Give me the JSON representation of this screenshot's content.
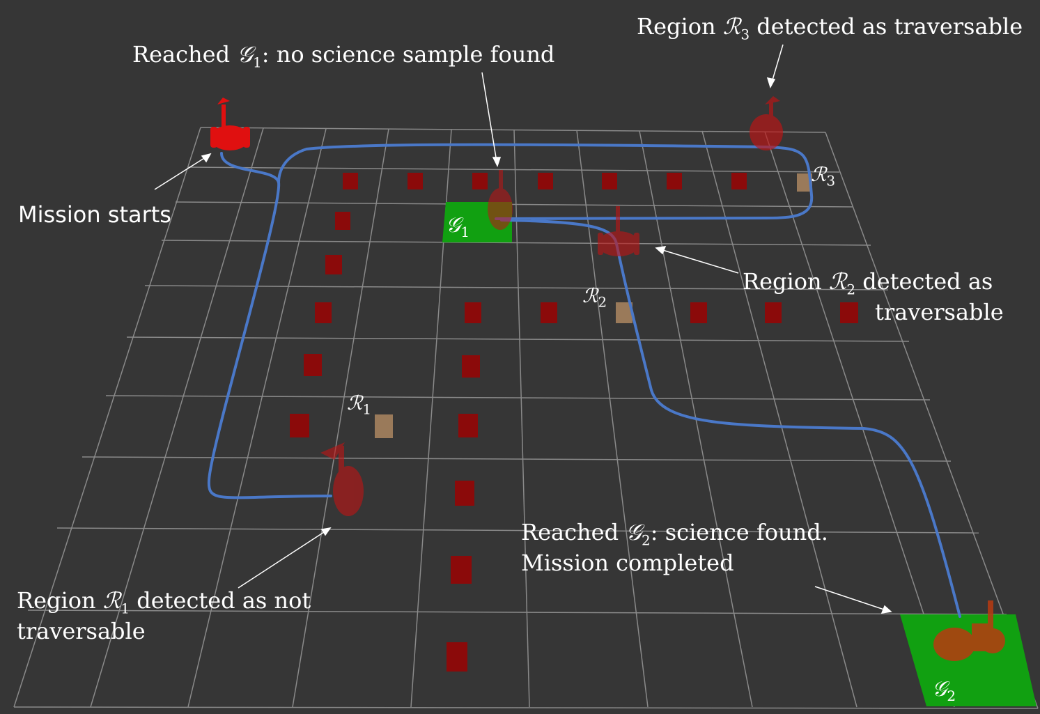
{
  "annotations": {
    "mission_starts": "Mission starts",
    "reached_g1_prefix": "Reached ",
    "reached_g1_symbol": "𝒢",
    "reached_g1_sub": "1",
    "reached_g1_suffix": ": no science sample found",
    "region_r3_prefix": "Region ",
    "region_r3_symbol": "ℛ",
    "region_r3_sub": "3",
    "region_r3_suffix": " detected as traversable",
    "region_r2_line1_prefix": "Region ",
    "region_r2_symbol": "ℛ",
    "region_r2_sub": "2",
    "region_r2_line1_suffix": " detected as",
    "region_r2_line2": "traversable",
    "region_r1_line1_prefix": "Region ",
    "region_r1_symbol": "ℛ",
    "region_r1_sub": "1",
    "region_r1_line1_suffix": " detected as not",
    "region_r1_line2": "traversable",
    "reached_g2_prefix": "Reached ",
    "reached_g2_symbol": "𝒢",
    "reached_g2_sub": "2",
    "reached_g2_suffix": ": science found.",
    "reached_g2_line2": "Mission completed"
  },
  "region_markers": [
    {
      "symbol": "ℛ",
      "sub": "1"
    },
    {
      "symbol": "ℛ",
      "sub": "2"
    },
    {
      "symbol": "ℛ",
      "sub": "3"
    }
  ],
  "goal_markers": [
    {
      "symbol": "𝒢",
      "sub": "1"
    },
    {
      "symbol": "𝒢",
      "sub": "2"
    }
  ],
  "colors": {
    "background": "#363636",
    "grid": "#8a8a8a",
    "obstacle": "#8b0a0a",
    "region_box": "#9a7a5a",
    "goal": "#11a011",
    "path": "#4a78c8",
    "rover": "#e01010"
  }
}
